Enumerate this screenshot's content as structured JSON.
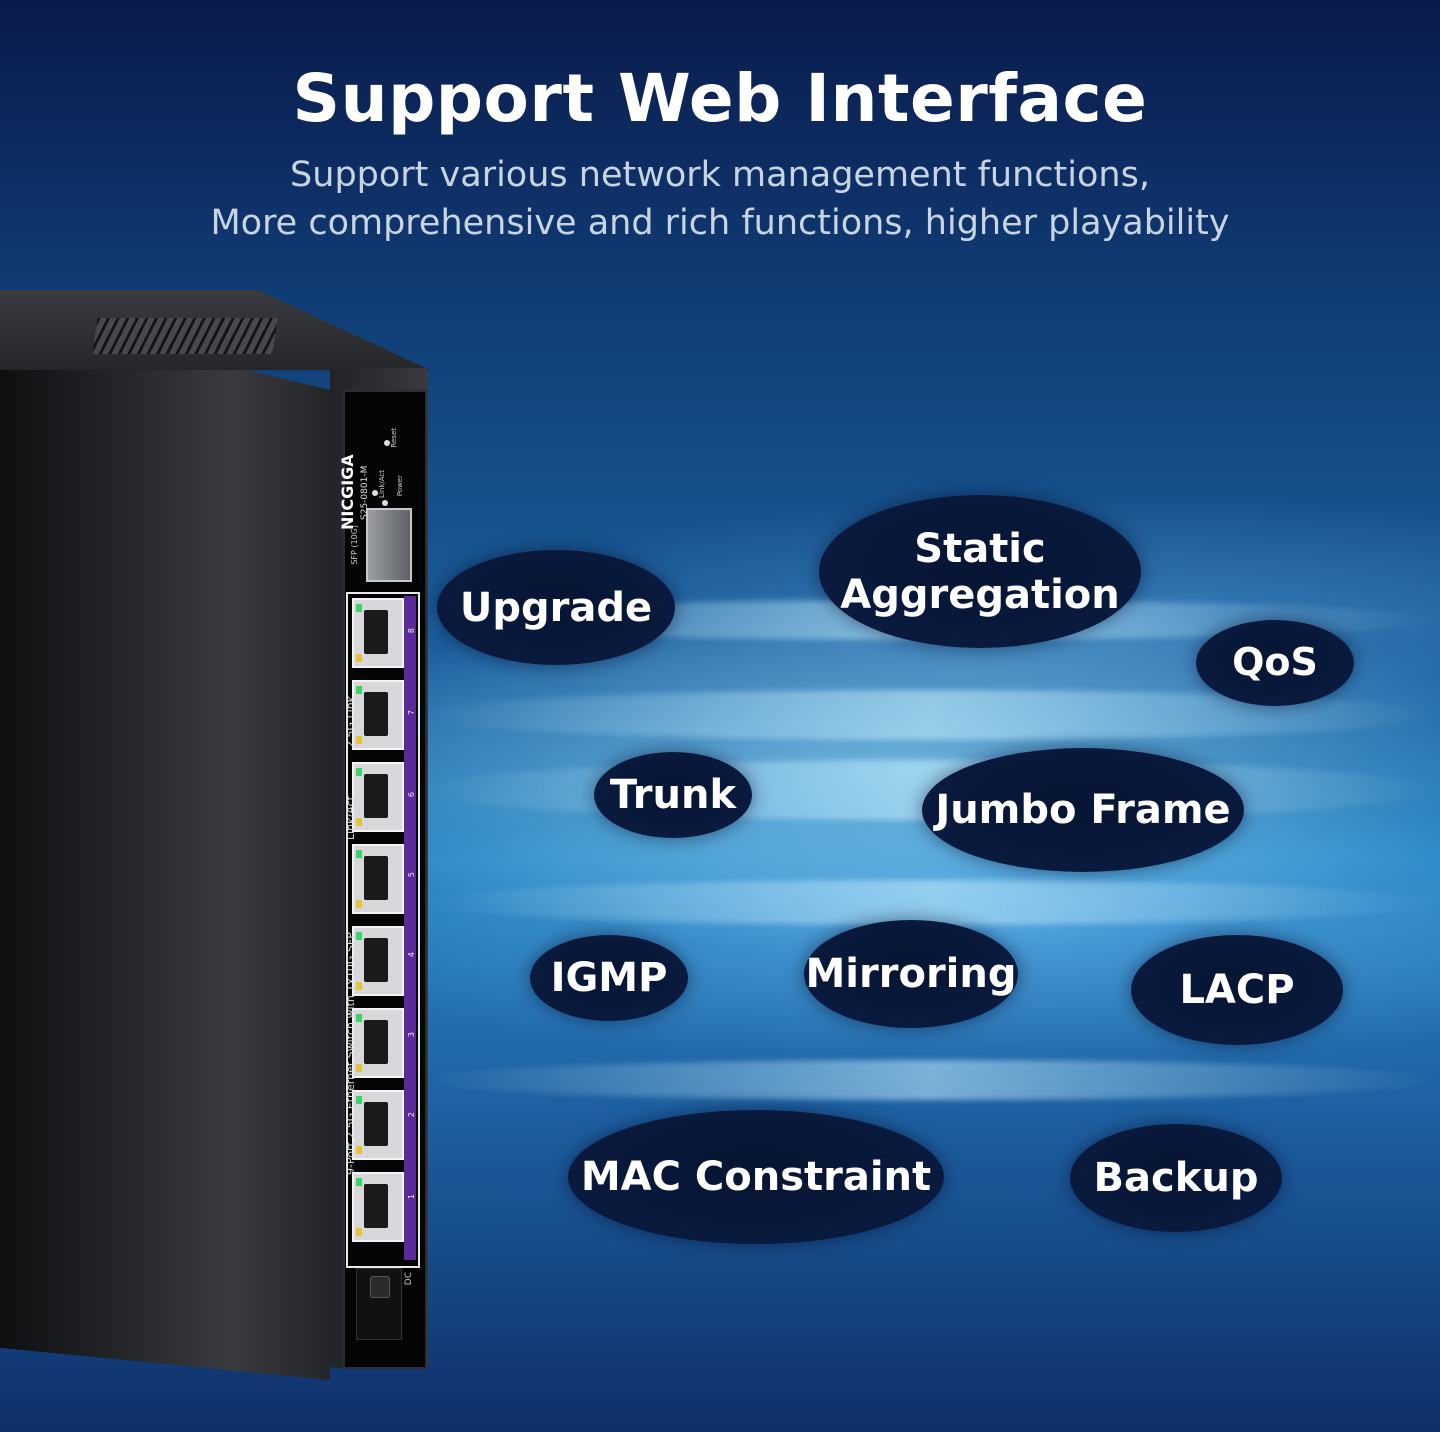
{
  "header": {
    "title": "Support Web Interface",
    "subtitle_line1": "Support various network management functions,",
    "subtitle_line2": "More comprehensive and rich functions, higher playability"
  },
  "device": {
    "brand": "NICGIGA",
    "model": "S25-0801-M",
    "led_labels": [
      "Link/Act",
      "Power",
      "Reset"
    ],
    "sfp_label": "SFP (10G)",
    "panel_text_1": "9-Port 2.5G Ethernet Switch with 1x10G SFP",
    "panel_text_2": "Link/Act",
    "panel_text_3": "2.5G Link",
    "port_numbers": [
      "8",
      "7",
      "6",
      "5",
      "4",
      "3",
      "2",
      "1"
    ],
    "dc_label": "DC"
  },
  "features": [
    {
      "label": "Upgrade"
    },
    {
      "label": "Static Aggregation"
    },
    {
      "label": "QoS"
    },
    {
      "label": "Trunk"
    },
    {
      "label": "Jumbo Frame"
    },
    {
      "label": "IGMP"
    },
    {
      "label": "Mirroring"
    },
    {
      "label": "LACP"
    },
    {
      "label": "MAC Constraint"
    },
    {
      "label": "Backup"
    }
  ],
  "colors": {
    "bubble": "#091a3e",
    "text": "#ffffff",
    "subtitle": "#c9d4e2",
    "port_purple": "#5a2a9a"
  }
}
